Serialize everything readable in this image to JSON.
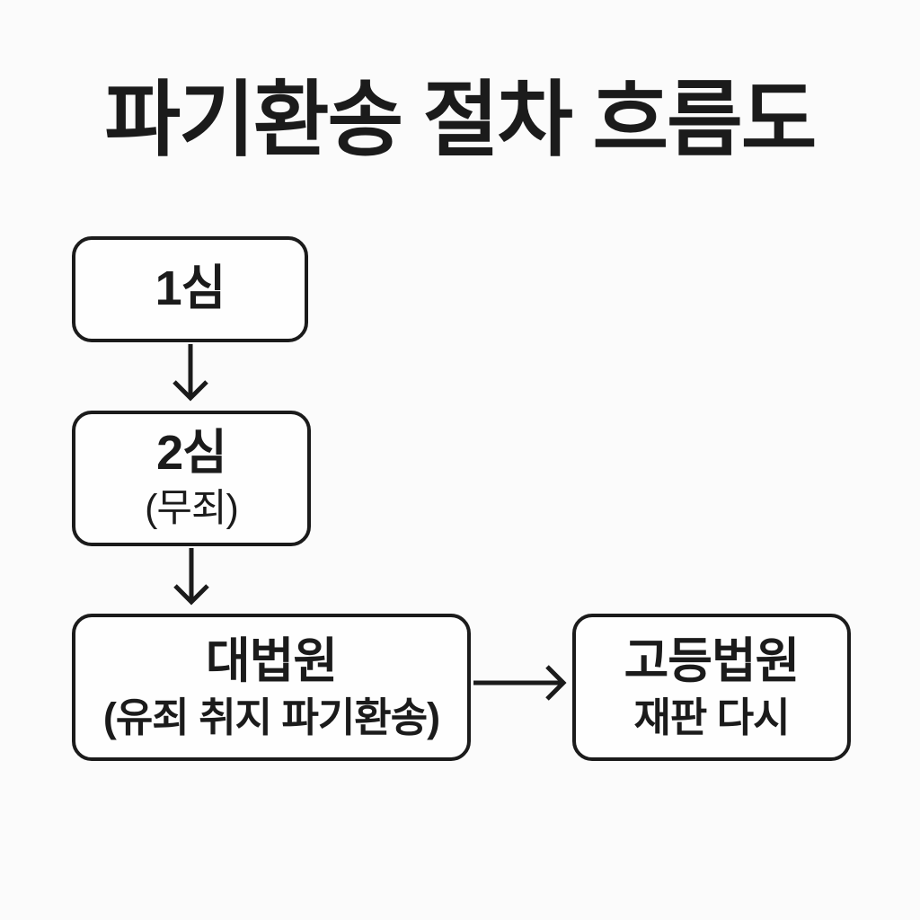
{
  "title": "파기환송 절차 흐름도",
  "colors": {
    "background": "#fbfbfb",
    "ink": "#1b1b1b",
    "box_fill": "#fefefe"
  },
  "flowchart": {
    "type": "flowchart",
    "direction": "top-down with one rightward branch",
    "nodes": [
      {
        "id": "first-trial",
        "label": "1심",
        "sublabel": ""
      },
      {
        "id": "second-trial",
        "label": "2심",
        "sublabel": "(무죄)"
      },
      {
        "id": "supreme-court",
        "label": "대법원",
        "sublabel": "(유죄 취지 파기환송)"
      },
      {
        "id": "high-court",
        "label": "고등법원",
        "sublabel": "재판 다시"
      }
    ],
    "edges": [
      {
        "from": "first-trial",
        "to": "second-trial",
        "direction": "down"
      },
      {
        "from": "second-trial",
        "to": "supreme-court",
        "direction": "down"
      },
      {
        "from": "supreme-court",
        "to": "high-court",
        "direction": "right"
      }
    ]
  }
}
